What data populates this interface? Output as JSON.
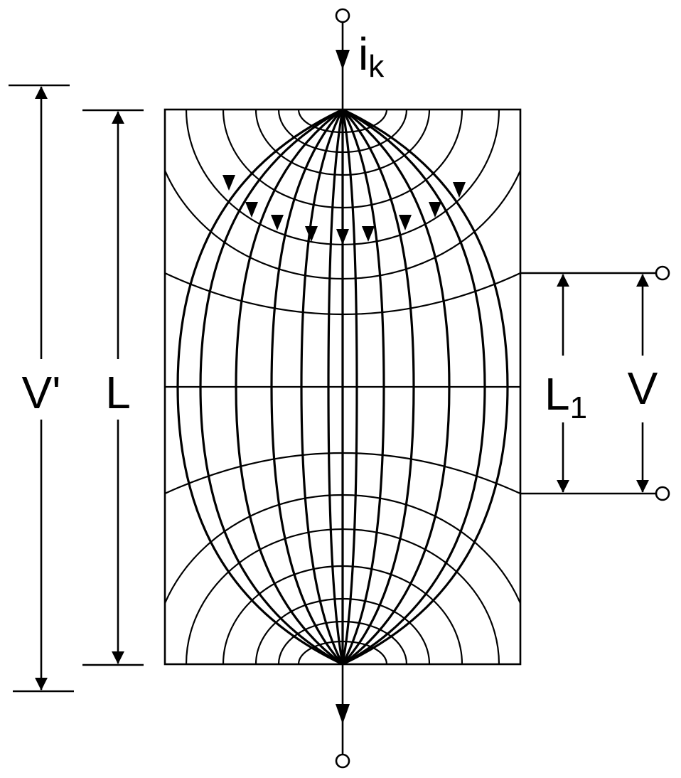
{
  "labels": {
    "current": "i",
    "current_sub": "k",
    "v_prime": "V'",
    "length": "L",
    "length1": "L",
    "length1_sub": "1",
    "voltage": "V"
  }
}
